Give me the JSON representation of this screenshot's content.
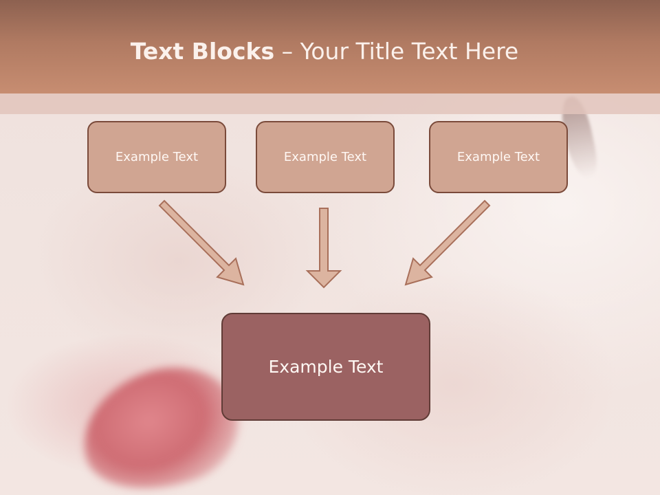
{
  "title": {
    "bold": "Text Blocks",
    "separator": " – ",
    "regular": "Your Title Text Here"
  },
  "top_boxes": [
    {
      "label": "Example Text"
    },
    {
      "label": "Example Text"
    },
    {
      "label": "Example Text"
    }
  ],
  "bottom_box": {
    "label": "Example Text"
  },
  "colors": {
    "header": "#b07a62",
    "box_fill": "#d0a592",
    "box_border": "#7a4a3a",
    "bottom_box_fill": "#9b6262",
    "arrow_fill": "#dcb4a0",
    "arrow_stroke": "#a86f5a"
  }
}
